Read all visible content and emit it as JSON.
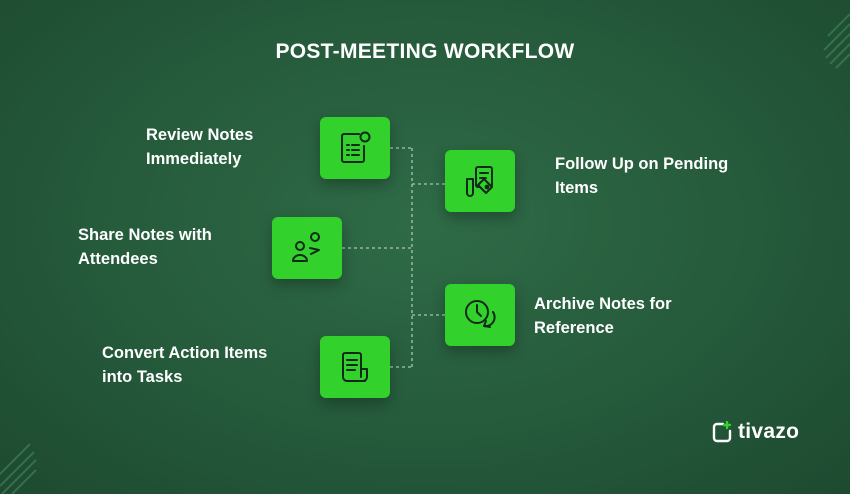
{
  "title": "POST-MEETING WORKFLOW",
  "steps": [
    {
      "line1": "Review Notes",
      "line2": "Immediately",
      "icon": "document-notes-icon"
    },
    {
      "line1": "Follow Up on Pending",
      "line2": "Items",
      "icon": "pending-items-icon"
    },
    {
      "line1": "Share Notes with",
      "line2": "Attendees",
      "icon": "people-share-icon"
    },
    {
      "line1": "Archive Notes for",
      "line2": "Reference",
      "icon": "clock-archive-icon"
    },
    {
      "line1": "Convert Action Items",
      "line2": "into Tasks",
      "icon": "task-document-icon"
    }
  ],
  "brand": {
    "name": "tivazo"
  },
  "colors": {
    "tile": "#33d12b",
    "icon_stroke": "#0f2a18",
    "connector": "#a8c6b3"
  }
}
